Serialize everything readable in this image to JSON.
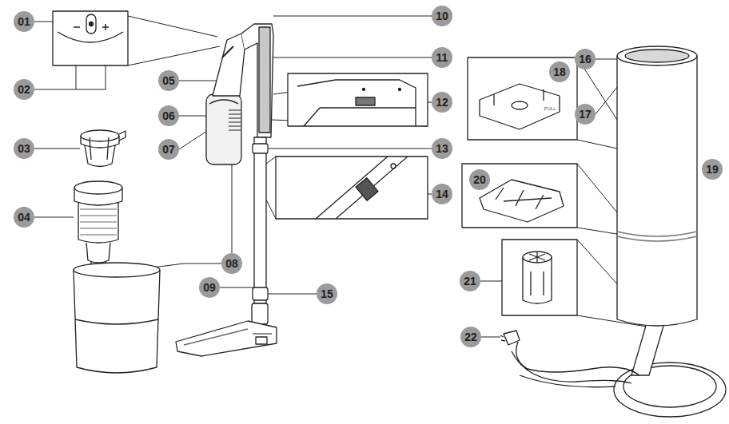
{
  "diagram": {
    "labels": [
      "01",
      "02",
      "03",
      "04",
      "05",
      "06",
      "07",
      "08",
      "09",
      "10",
      "11",
      "12",
      "13",
      "14",
      "15",
      "16",
      "17",
      "18",
      "19",
      "20",
      "21",
      "22",
      "PULL"
    ]
  }
}
